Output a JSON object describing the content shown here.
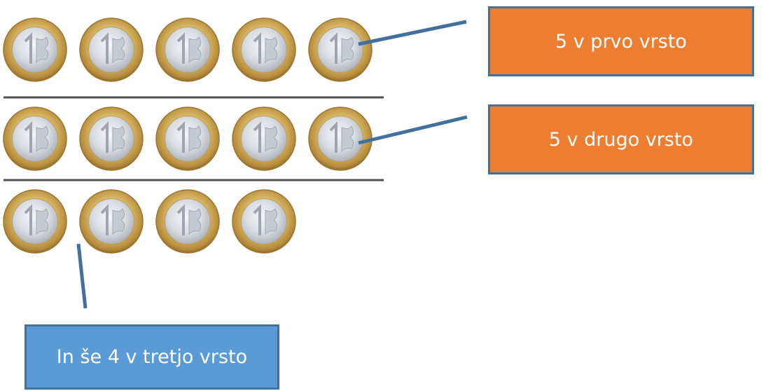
{
  "labels": {
    "row1": "5 v prvo vrsto",
    "row2": "5 v drugo vrsto",
    "row3": "In še 4 v tretjo vrsto"
  },
  "coin_rows": [
    {
      "count": 5
    },
    {
      "count": 5
    },
    {
      "count": 4
    }
  ],
  "colors": {
    "orange_box": "#ED7D31",
    "blue_box": "#5B9BD5",
    "border": "#41719C",
    "connector": "#41719C",
    "divider": "#505050",
    "coin_ring": "#C8A24E",
    "coin_center": "#DDE1E6"
  }
}
